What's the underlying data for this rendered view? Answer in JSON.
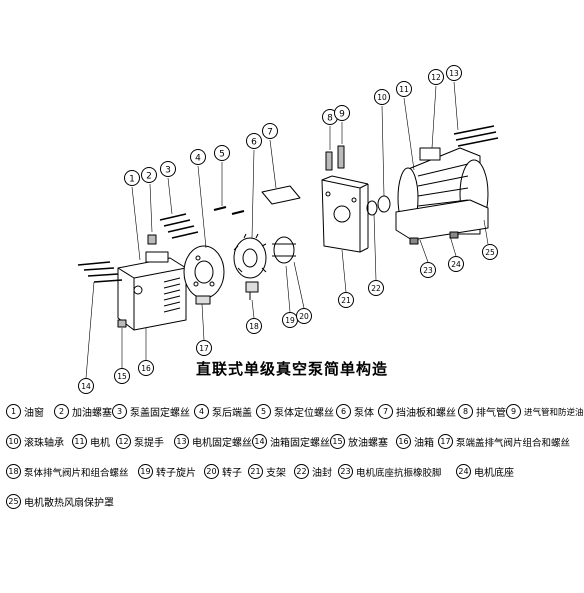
{
  "diagram": {
    "title": "直联式单级真空泵简单构造",
    "callouts": [
      "1",
      "2",
      "3",
      "4",
      "5",
      "6",
      "7",
      "8",
      "9",
      "10",
      "11",
      "12",
      "13",
      "14",
      "15",
      "16",
      "17",
      "18",
      "19",
      "20",
      "21",
      "22",
      "23",
      "24",
      "25"
    ]
  },
  "legend": {
    "rows": [
      [
        {
          "num": "1",
          "text": "油窗"
        },
        {
          "num": "2",
          "text": "加油螺塞"
        },
        {
          "num": "3",
          "text": "泵盖固定螺丝"
        },
        {
          "num": "4",
          "text": "泵后端盖"
        },
        {
          "num": "5",
          "text": "泵体定位螺丝"
        },
        {
          "num": "6",
          "text": "泵体"
        },
        {
          "num": "7",
          "text": "挡油板和螺丝"
        },
        {
          "num": "8",
          "text": "排气管"
        },
        {
          "num": "9",
          "text": "进气管和防逆油装置"
        }
      ],
      [
        {
          "num": "10",
          "text": "滚珠轴承"
        },
        {
          "num": "11",
          "text": "电机"
        },
        {
          "num": "12",
          "text": "泵提手"
        },
        {
          "num": "13",
          "text": "电机固定螺丝"
        },
        {
          "num": "14",
          "text": "油箱固定螺丝"
        },
        {
          "num": "15",
          "text": "放油螺塞"
        },
        {
          "num": "16",
          "text": "油箱"
        },
        {
          "num": "17",
          "text": "泵端盖排气阀片组合和螺丝"
        }
      ],
      [
        {
          "num": "18",
          "text": "泵体排气阀片和组合螺丝"
        },
        {
          "num": "19",
          "text": "转子旋片"
        },
        {
          "num": "20",
          "text": "转子"
        },
        {
          "num": "21",
          "text": "支架"
        },
        {
          "num": "22",
          "text": "油封"
        },
        {
          "num": "23",
          "text": "电机底座抗振橡胶脚"
        },
        {
          "num": "24",
          "text": "电机底座"
        },
        {
          "num": "25",
          "text": "电机散热风扇保护罩"
        }
      ]
    ]
  }
}
